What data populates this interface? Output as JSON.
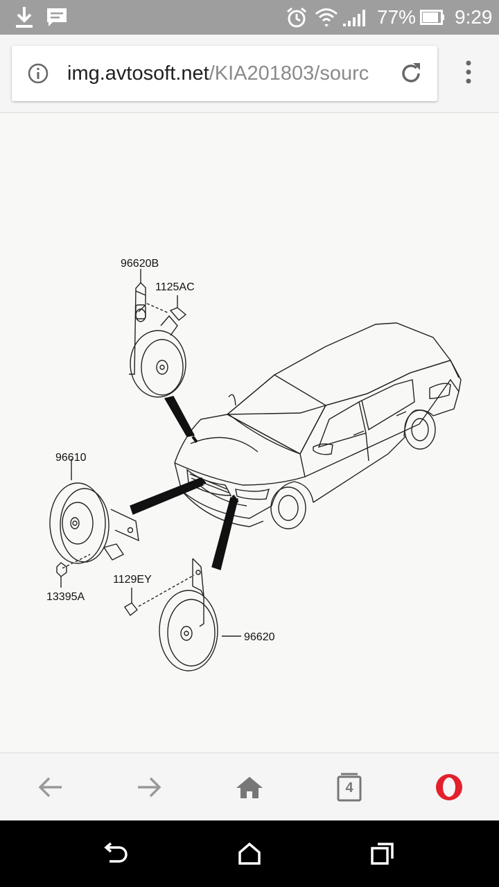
{
  "status_bar": {
    "battery": "77%",
    "time": "9:29",
    "icons": [
      "download-icon",
      "message-icon",
      "alarm-icon",
      "wifi-icon",
      "signal-icon",
      "battery-icon"
    ]
  },
  "address_bar": {
    "domain": "img.avtosoft.net",
    "path": "/KIA201803/sourc",
    "icons": [
      "info-icon",
      "reload-icon",
      "menu-icon"
    ]
  },
  "diagram": {
    "labels": {
      "horn_high_bracket": "96620B",
      "bolt_top": "1125AC",
      "horn_low": "96610",
      "nut": "13395A",
      "bolt_bottom": "1129EY",
      "horn_high": "96620"
    }
  },
  "bottom_bar": {
    "tab_count": "4",
    "icons": [
      "back-arrow-icon",
      "forward-arrow-icon",
      "home-icon",
      "tabs-icon",
      "opera-icon"
    ],
    "colors": {
      "opera": "#e3202b",
      "icon": "#777777"
    }
  },
  "android_nav": {
    "icons": [
      "nav-back-icon",
      "nav-home-icon",
      "nav-recents-icon"
    ]
  }
}
